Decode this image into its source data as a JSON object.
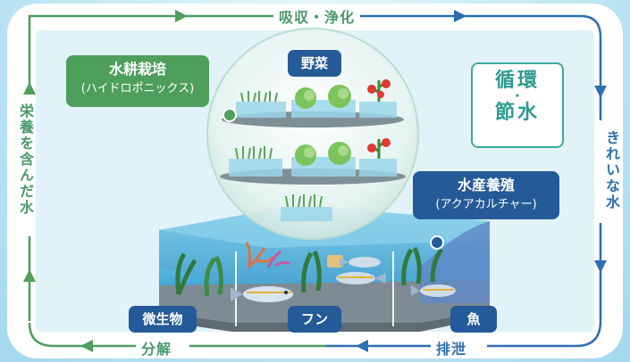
{
  "cycle_labels": {
    "top": "吸収・浄化",
    "right": "きれいな水",
    "bottom_right": "排泄",
    "bottom_left": "分解",
    "left": "栄養を含んだ水"
  },
  "tags": {
    "vegetables": "野菜",
    "microbes": "微生物",
    "feces": "フン",
    "fish": "魚"
  },
  "hydroponics": {
    "title": "水耕栽培",
    "subtitle": "(ハイドロポニックス)"
  },
  "aquaculture": {
    "title": "水産養殖",
    "subtitle": "(アクアカルチャー)"
  },
  "badge": {
    "line1": "循環",
    "sep": "・",
    "line2": "節水"
  },
  "colors": {
    "green": "#4e9e5c",
    "blue": "#245a98",
    "teal": "#2d9a8e",
    "water": "#4bb4db"
  },
  "icons": [
    "arrow-right-icon",
    "arrow-down-icon",
    "arrow-left-icon",
    "arrow-up-icon",
    "lettuce-icon",
    "tomato-plant-icon",
    "sprouts-icon",
    "fish-icon",
    "seaweed-icon",
    "coral-icon"
  ]
}
